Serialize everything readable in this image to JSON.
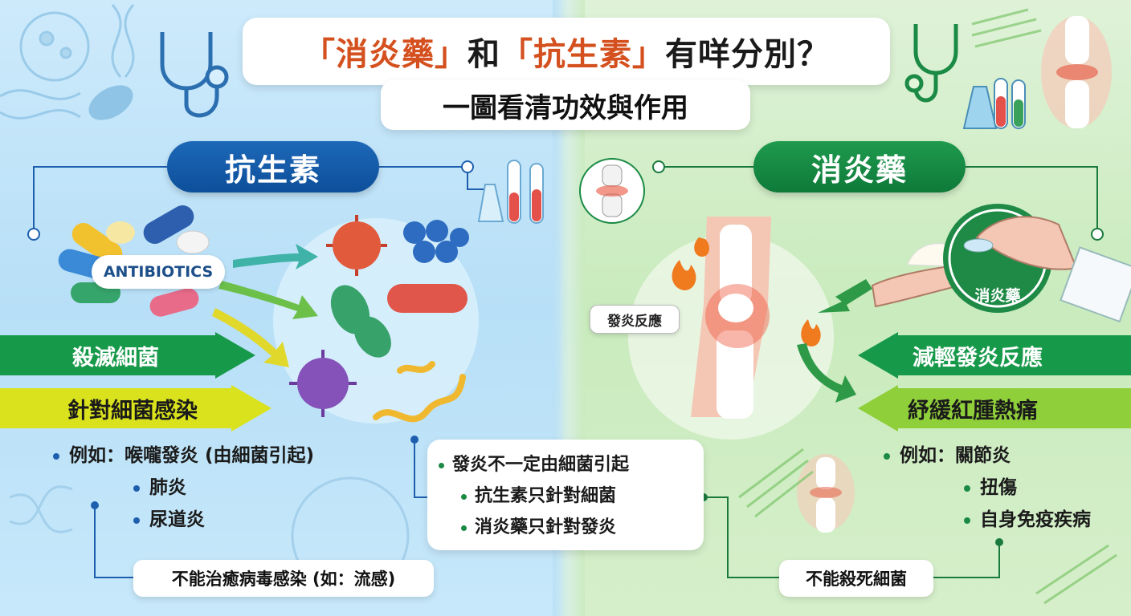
{
  "title": {
    "q_open1": "「",
    "drug_anti_inflammatory": "消炎藥",
    "q_close1": "」",
    "and": "和",
    "q_open2": "「",
    "drug_antibiotic": "抗生素",
    "q_close2": "」",
    "question": "有咩分別？",
    "subtitle": "一圖看清功效與作用"
  },
  "left": {
    "header": "抗生素",
    "pill_label": "ANTIBIOTICS",
    "banner_kill": "殺滅細菌",
    "banner_target": "針對細菌感染",
    "examples": [
      "例如：喉嚨發炎 (由細菌引起)",
      "肺炎",
      "尿道炎"
    ],
    "limitation": "不能治癒病毒感染 (如：流感)"
  },
  "right": {
    "header": "消炎藥",
    "inflammation_label": "發炎反應",
    "medicine_label": "消炎藥",
    "banner_reduce": "減輕發炎反應",
    "banner_relieve": "紓緩紅腫熱痛",
    "examples": [
      "例如：關節炎",
      "扭傷",
      "自身免疫疾病"
    ],
    "limitation": "不能殺死細菌"
  },
  "center_note": {
    "items": [
      "發炎不一定由細菌引起",
      "抗生素只針對細菌",
      "消炎藥只針對發炎"
    ]
  },
  "colors": {
    "highlight": "#d4501e",
    "blue_header": "#0d4f9a",
    "green_header": "#0e7a39",
    "banner_green": "#17994a",
    "banner_yellow": "#d9e21c",
    "banner_lime": "#8fcf3a"
  }
}
